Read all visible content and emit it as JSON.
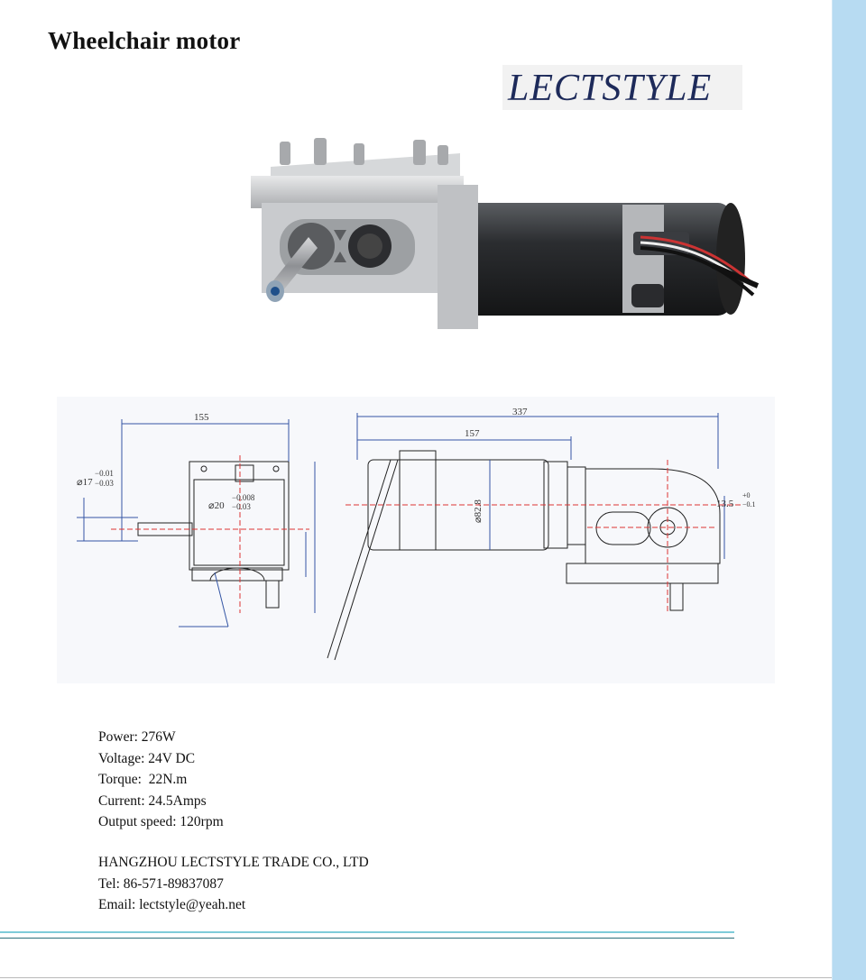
{
  "title": "Wheelchair motor",
  "logo": {
    "text": "LECTSTYLE",
    "color": "#1d2a5a"
  },
  "drawing": {
    "dims": {
      "side_width": "155",
      "shaft_dia": "⌀17",
      "shaft_tol_upper": "−0.01",
      "shaft_tol_lower": "−0.03",
      "bore_dia": "⌀20",
      "bore_tol_upper": "−0.008",
      "bore_tol_lower": "−0.03",
      "total_length": "337",
      "motor_length": "157",
      "motor_dia": "⌀82.8",
      "output_dim": "13.5",
      "output_tol_upper": "+0",
      "output_tol_lower": "−0.1"
    }
  },
  "specs": [
    {
      "label": "Power:",
      "value": "276W"
    },
    {
      "label": "Voltage:",
      "value": "24V DC"
    },
    {
      "label": "Torque:",
      "value": " 22N.m"
    },
    {
      "label": "Current:",
      "value": "24.5Amps"
    },
    {
      "label": "Output speed:",
      "value": "120rpm"
    }
  ],
  "company": {
    "name": "HANGZHOU LECTSTYLE TRADE CO., LTD",
    "tel_label": "Tel:",
    "tel": "86-571-89837087",
    "email_label": "Email:",
    "email": "lectstyle@yeah.net"
  },
  "colors": {
    "accent_band": "#b7dbf2",
    "rule_light": "#7ecbd9",
    "rule_dark": "#2b6f7c"
  }
}
